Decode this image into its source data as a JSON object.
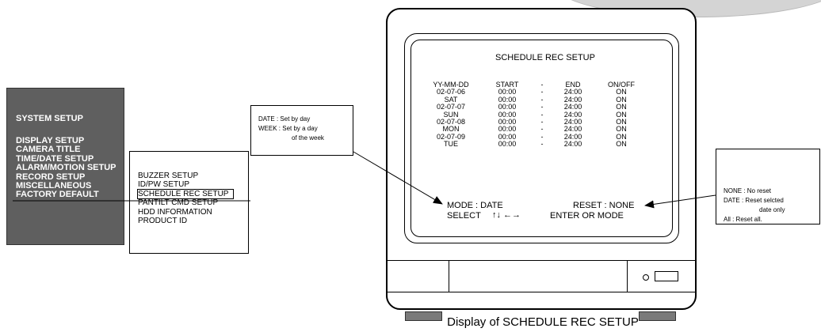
{
  "system_menu": {
    "title": "SYSTEM SETUP",
    "items": [
      "DISPLAY SETUP",
      "CAMERA TITLE",
      "TIME/DATE SETUP",
      "ALARM/MOTION SETUP",
      "RECORD SETUP",
      "MISCELLANEOUS",
      "FACTORY DEFAULT"
    ]
  },
  "misc_menu": {
    "items": [
      "BUZZER SETUP",
      "ID/PW SETUP",
      "SCHEDULE REC SETUP",
      "PANTILT CMD SETUP",
      "HDD INFORMATION",
      "PRODUCT ID"
    ]
  },
  "note_left": {
    "line1": "DATE : Set by day",
    "line2": "WEEK : Set by a day",
    "line3": "of the week"
  },
  "note_right": {
    "line1": "NONE : No reset",
    "line2": "DATE : Reset selcted",
    "line3": "date only",
    "line4": "All : Reset all."
  },
  "screen": {
    "title": "SCHEDULE REC SETUP",
    "columns": [
      "YY-MM-DD",
      "START",
      "-",
      "END",
      "ON/OFF"
    ],
    "rows": [
      [
        "02-07-06",
        "00:00",
        "-",
        "24:00",
        "ON"
      ],
      [
        "SAT",
        "00:00",
        "-",
        "24:00",
        "ON"
      ],
      [
        "02-07-07",
        "00:00",
        "-",
        "24:00",
        "ON"
      ],
      [
        "SUN",
        "00:00",
        "-",
        "24:00",
        "ON"
      ],
      [
        "02-07-08",
        "00:00",
        "-",
        "24:00",
        "ON"
      ],
      [
        "MON",
        "00:00",
        "-",
        "24:00",
        "ON"
      ],
      [
        "02-07-09",
        "00:00",
        "-",
        "24:00",
        "ON"
      ],
      [
        "TUE",
        "00:00",
        "-",
        "24:00",
        "ON"
      ]
    ],
    "mode_text": "MODE  :  DATE",
    "reset_text": "RESET  :  NONE",
    "select_text": "SELECT",
    "arrows_text": "↑↓  ←→",
    "enter_text": "ENTER OR MODE"
  },
  "caption": "Display of SCHEDULE REC SETUP"
}
